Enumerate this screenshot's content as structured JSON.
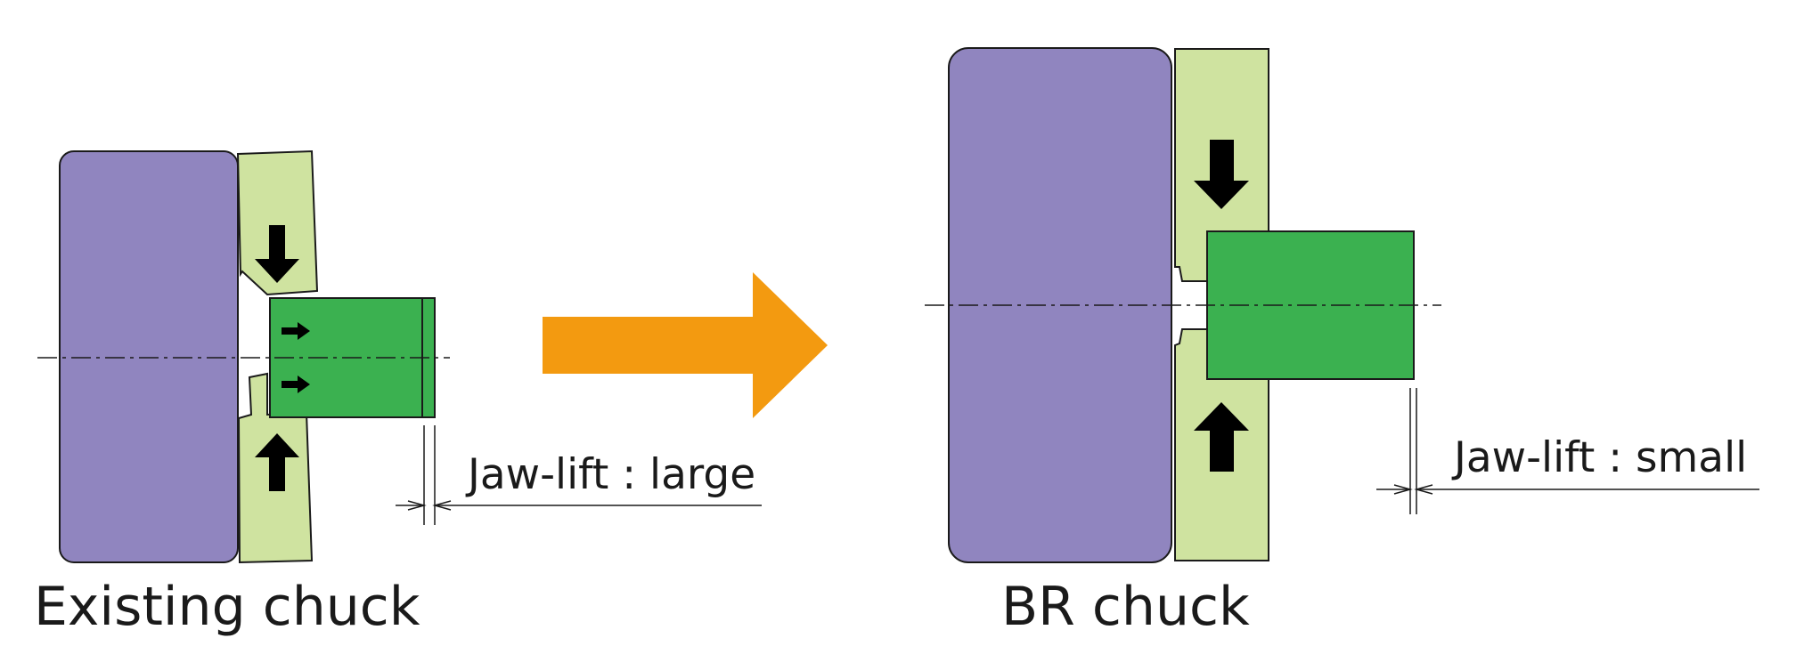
{
  "left": {
    "caption": "Existing chuck",
    "jaw_lift_label": "Jaw-lift : large"
  },
  "right": {
    "caption": "BR chuck",
    "jaw_lift_label": "Jaw-lift : small"
  },
  "colors": {
    "chuck_body": "#9085bf",
    "jaw": "#cfe3a0",
    "workpiece": "#3bb150",
    "transition_arrow": "#f39a10",
    "force_arrow": "#000000",
    "outline": "#1a1a1a"
  },
  "icons": {
    "transition": "right-arrow-icon",
    "jaw_force": "force-arrow-icon"
  }
}
